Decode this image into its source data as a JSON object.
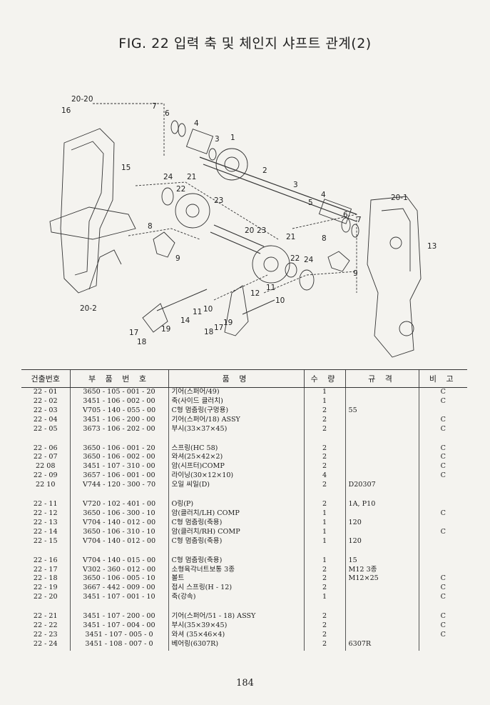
{
  "title": "FIG. 22 입력 축 및 체인지 샤프트 관계(2)",
  "diagram": {
    "callouts": [
      "20-20",
      "16",
      "7",
      "6",
      "4",
      "3",
      "1",
      "15",
      "24",
      "21",
      "22",
      "2",
      "23",
      "3",
      "4",
      "5",
      "6",
      "7",
      "20-1",
      "8",
      "20",
      "23",
      "21",
      "8",
      "9",
      "22",
      "24",
      "13",
      "9",
      "12",
      "11",
      "10",
      "20-2",
      "11",
      "10",
      "14",
      "17",
      "19",
      "18",
      "18",
      "17",
      "19"
    ]
  },
  "table": {
    "headers": [
      "건출번호",
      "부 품 번 호",
      "품 명",
      "수 량",
      "규 격",
      "비 고"
    ],
    "groups": [
      [
        {
          "no": "22 - 01",
          "part": "3650 - 105 - 001 - 20",
          "name": "기어(스퍼어/49)",
          "qty": "1",
          "spec": "",
          "note": "C"
        },
        {
          "no": "22 - 02",
          "part": "3451 - 106 - 002 - 00",
          "name": "축(사이드 클러치)",
          "qty": "1",
          "spec": "",
          "note": "C"
        },
        {
          "no": "22 - 03",
          "part": "V705 - 140 - 055 - 00",
          "name": "C형 멈춤링(구멍용)",
          "qty": "2",
          "spec": "55",
          "note": ""
        },
        {
          "no": "22 - 04",
          "part": "3451 - 106 - 200 - 00",
          "name": "기어(스퍼어/18) ASSY",
          "qty": "2",
          "spec": "",
          "note": "C"
        },
        {
          "no": "22 - 05",
          "part": "3673 - 106 - 202 - 00",
          "name": "부시(33×37×45)",
          "qty": "2",
          "spec": "",
          "note": "C"
        }
      ],
      [
        {
          "no": "22 - 06",
          "part": "3650 - 106 - 001 - 20",
          "name": "스프링(HC 58)",
          "qty": "2",
          "spec": "",
          "note": "C"
        },
        {
          "no": "22 - 07",
          "part": "3650 - 106 - 002 - 00",
          "name": "와셔(25×42×2)",
          "qty": "2",
          "spec": "",
          "note": "C"
        },
        {
          "no": "22   08",
          "part": "3451 - 107 - 310 - 00",
          "name": "암(시프터)COMP",
          "qty": "2",
          "spec": "",
          "note": "C"
        },
        {
          "no": "22 - 09",
          "part": "3657 - 106 - 001 - 00",
          "name": "라이닝(30×12×10)",
          "qty": "4",
          "spec": "",
          "note": "C"
        },
        {
          "no": "22   10",
          "part": "V744 - 120 - 300 - 70",
          "name": "오일 씨일(D)",
          "qty": "2",
          "spec": "D20307",
          "note": ""
        }
      ],
      [
        {
          "no": "22 - 11",
          "part": "V720 - 102 - 401 - 00",
          "name": "O링(P)",
          "qty": "2",
          "spec": "1A, P10",
          "note": ""
        },
        {
          "no": "22 - 12",
          "part": "3650 - 106 - 300 - 10",
          "name": "암(클러치/LH) COMP",
          "qty": "1",
          "spec": "",
          "note": "C"
        },
        {
          "no": "22 - 13",
          "part": "V704 - 140 - 012 - 00",
          "name": "C형 멈춤링(축용)",
          "qty": "1",
          "spec": "120",
          "note": ""
        },
        {
          "no": "22 - 14",
          "part": "3650 - 106 - 310 - 10",
          "name": "암(클러치/RH) COMP",
          "qty": "1",
          "spec": "",
          "note": "C"
        },
        {
          "no": "22 - 15",
          "part": "V704 - 140 - 012 - 00",
          "name": "C형 멈춤링(축용)",
          "qty": "1",
          "spec": "120",
          "note": ""
        }
      ],
      [
        {
          "no": "22 - 16",
          "part": "V704 - 140 - 015 - 00",
          "name": "C형 멈춤링(축용)",
          "qty": "1",
          "spec": "15",
          "note": ""
        },
        {
          "no": "22 - 17",
          "part": "V302 - 360 - 012 - 00",
          "name": "소형육각너트보통 3종",
          "qty": "2",
          "spec": "M12 3종",
          "note": ""
        },
        {
          "no": "22 - 18",
          "part": "3650 - 106 - 005 - 10",
          "name": "볼트",
          "qty": "2",
          "spec": "M12×25",
          "note": "C"
        },
        {
          "no": "22 - 19",
          "part": "3667 - 442 - 009 - 00",
          "name": "접시 스프링(H - 12)",
          "qty": "2",
          "spec": "",
          "note": "C"
        },
        {
          "no": "22 - 20",
          "part": "3451 - 107 - 001 - 10",
          "name": "축(강속)",
          "qty": "1",
          "spec": "",
          "note": "C"
        }
      ],
      [
        {
          "no": "22 - 21",
          "part": "3451 - 107 - 200 - 00",
          "name": "기어(스퍼어/51 - 18) ASSY",
          "qty": "2",
          "spec": "",
          "note": "C"
        },
        {
          "no": "22 - 22",
          "part": "3451 - 107 - 004 - 00",
          "name": "부시(35×39×45)",
          "qty": "2",
          "spec": "",
          "note": "C"
        },
        {
          "no": "22 - 23",
          "part": "3451 - 107 - 005 - 0",
          "name": "와셔 (35×46×4)",
          "qty": "2",
          "spec": "",
          "note": "C"
        },
        {
          "no": "22 - 24",
          "part": "3451 - 108 - 007 - 0",
          "name": "베어링(6307R)",
          "qty": "2",
          "spec": "6307R",
          "note": ""
        }
      ]
    ]
  },
  "page_number": "184"
}
